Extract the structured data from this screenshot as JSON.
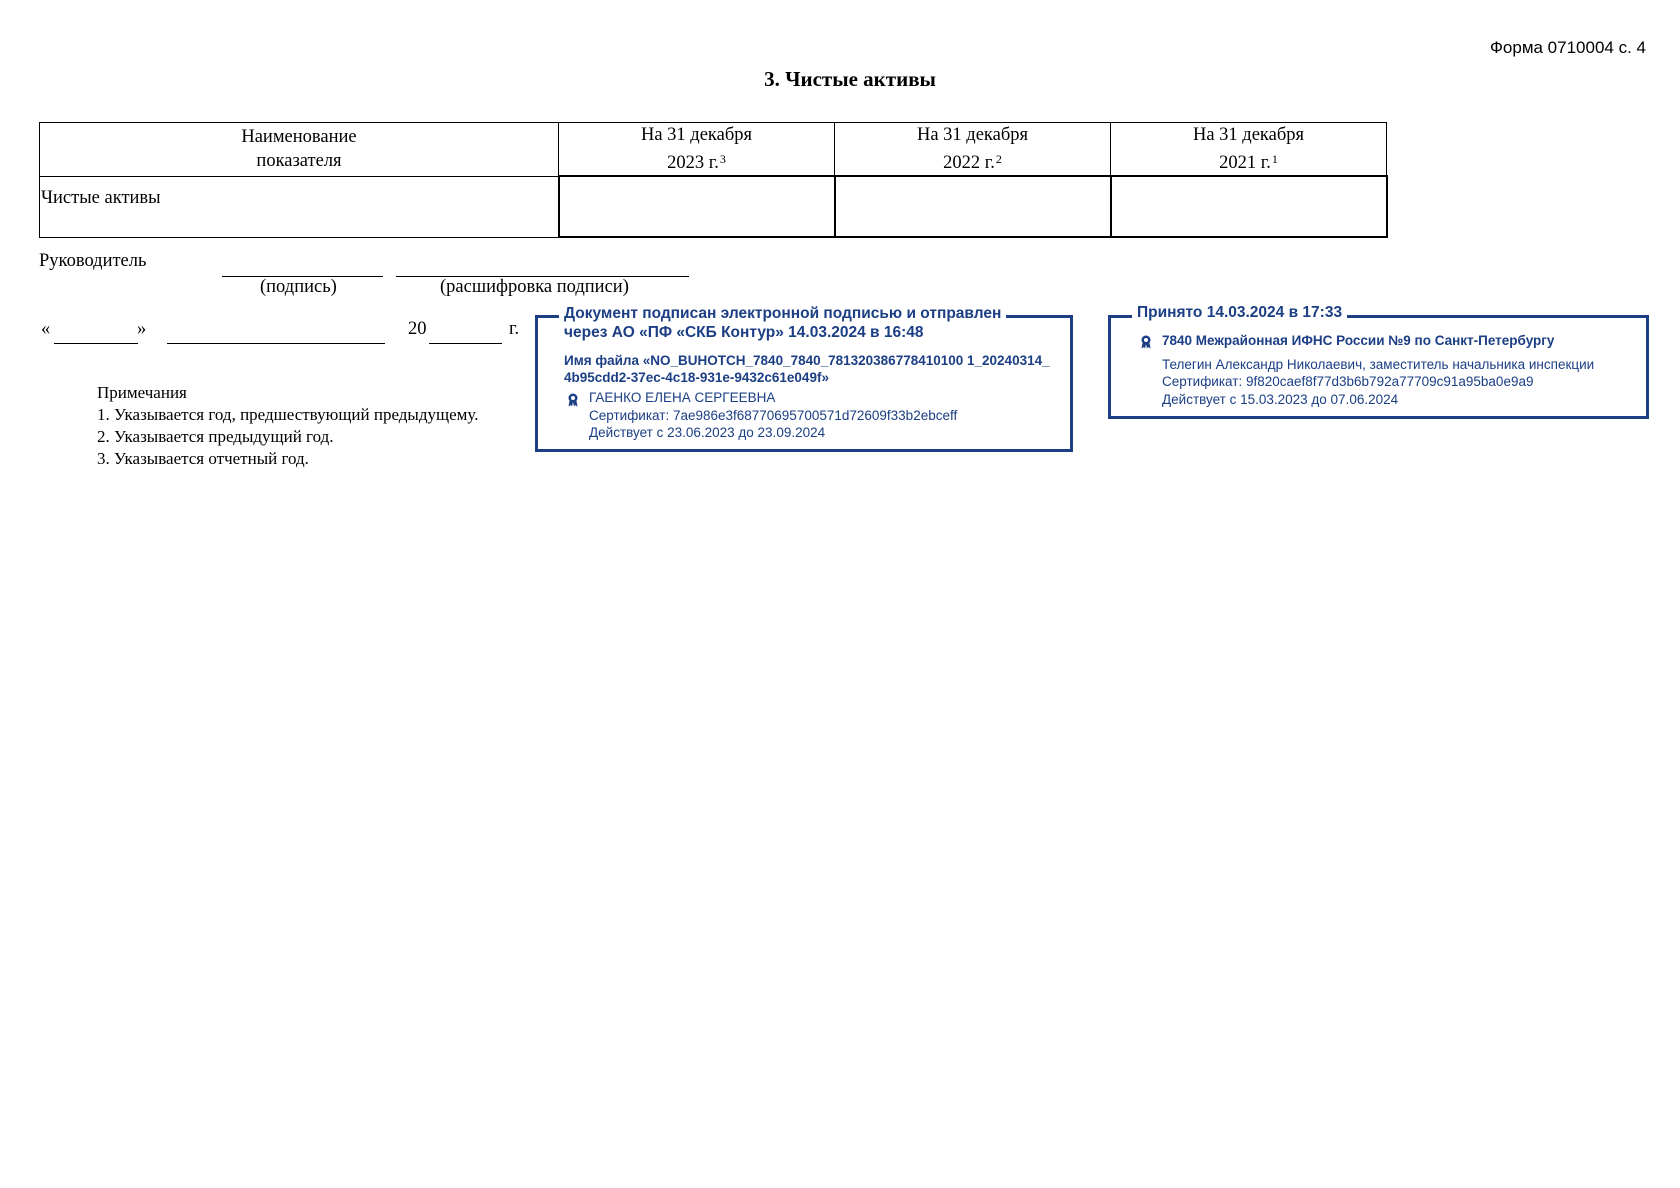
{
  "header": {
    "form_ref": "Форма 0710004 с. 4",
    "section_title": "3. Чистые активы"
  },
  "table": {
    "col_name_line1": "Наименование",
    "col_name_line2": "показателя",
    "columns": [
      {
        "line1": "На 31 декабря",
        "line2": "2023 г.",
        "note": "3"
      },
      {
        "line1": "На 31 декабря",
        "line2": "2022 г.",
        "note": "2"
      },
      {
        "line1": "На 31 декабря",
        "line2": "2021 г.",
        "note": "1"
      }
    ],
    "rows": [
      {
        "label": "Чистые активы",
        "values": [
          "",
          "",
          ""
        ]
      }
    ]
  },
  "signature": {
    "head_label": "Руководитель",
    "signature_caption": "(подпись)",
    "decoding_caption": "(расшифровка подписи)",
    "quote_open": "«",
    "quote_close": "»",
    "year_prefix": "20",
    "year_suffix": "г."
  },
  "notes": {
    "title": "Примечания",
    "items": [
      "1. Указывается год, предшествующий предыдущему.",
      "2. Указывается предыдущий год.",
      "3. Указывается отчетный год."
    ]
  },
  "stamp_sent": {
    "title_line1": "Документ подписан электронной подписью и отправлен",
    "title_line2": "через  АО «ПФ «СКБ Контур»  14.03.2024 в 16:48",
    "file_line1": "Имя файла  «NO_BUHOTCH_7840_7840_781320386778410100 1_20240314_",
    "file_line2": "4b95cdd2-37ec-4c18-931e-9432c61e049f»",
    "signer": "ГАЕНКО ЕЛЕНА СЕРГЕЕВНА",
    "certificate": "Сертификат: 7ae986e3f68770695700571d72609f33b2ebceff",
    "validity": "Действует с 23.06.2023 до 23.09.2024",
    "color": "#1b3e85"
  },
  "stamp_accepted": {
    "title": "Принято 14.03.2024 в 17:33",
    "authority": "7840 Межрайонная ИФНС России №9 по Санкт-Петербургу",
    "official": "Телегин Александр Николаевич, заместитель начальника инспекции",
    "certificate": "Сертификат: 9f820caef8f77d3b6b792a77709c91a95ba0e9a9",
    "validity": "Действует с 15.03.2023 до 07.06.2024",
    "color": "#1b3e85"
  }
}
